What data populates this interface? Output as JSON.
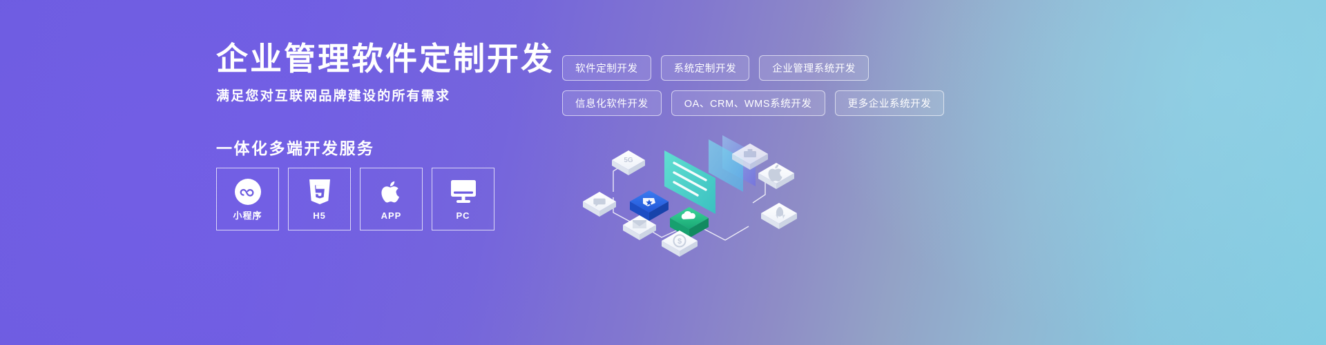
{
  "banner": {
    "headline": "企业管理软件定制开发",
    "subhead": "满足您对互联网品牌建设的所有需求",
    "services_title": "一体化多端开发服务"
  },
  "tags": {
    "row1": [
      {
        "label": "软件定制开发"
      },
      {
        "label": "系统定制开发"
      },
      {
        "label": "企业管理系统开发"
      }
    ],
    "row2": [
      {
        "label": "信息化软件开发"
      },
      {
        "label": "OA、CRM、WMS系统开发"
      },
      {
        "label": "更多企业系统开发"
      }
    ]
  },
  "platforms": [
    {
      "label": "小程序",
      "icon": "wechat-miniprogram-icon"
    },
    {
      "label": "H5",
      "icon": "html5-shield-icon"
    },
    {
      "label": "APP",
      "icon": "apple-icon"
    },
    {
      "label": "PC",
      "icon": "desktop-monitor-icon"
    }
  ],
  "illustration": {
    "name": "isometric-network-illustration",
    "node_labels": [
      "5G"
    ],
    "nodes": [
      {
        "icon": "5g-cube"
      },
      {
        "icon": "chat-cube"
      },
      {
        "icon": "star-badge-cube"
      },
      {
        "icon": "cloud-cube"
      },
      {
        "icon": "mail-cube"
      },
      {
        "icon": "dollar-cube"
      },
      {
        "icon": "apple-cube"
      },
      {
        "icon": "rocket-cube"
      },
      {
        "icon": "briefcase-cube"
      }
    ]
  },
  "colors": {
    "gradient_left": "#6d5ce0",
    "gradient_right": "#82cde2",
    "text": "#ffffff",
    "accent_blue": "#2563eb",
    "accent_green": "#22b07d",
    "accent_teal": "#3fd2c7"
  }
}
